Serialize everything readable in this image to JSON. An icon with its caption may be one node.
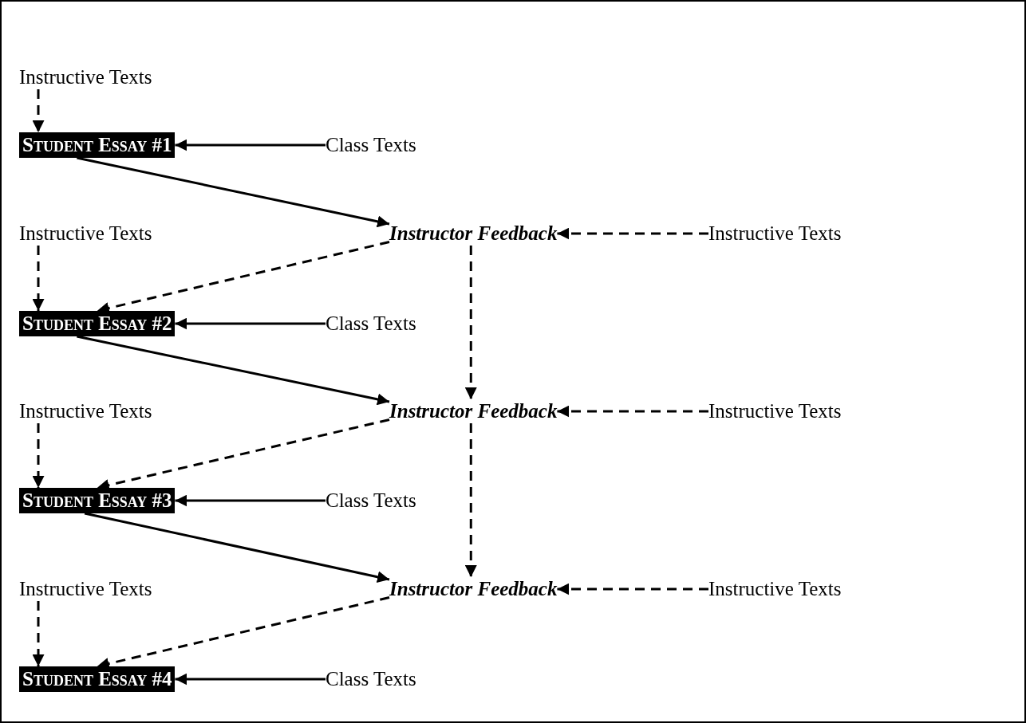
{
  "diagram": {
    "nodes": [
      {
        "text": [
          "Instructive Texts"
        ]
      },
      {
        "text": [
          "Student Essay #1"
        ]
      },
      {
        "text": [
          "Class Texts"
        ]
      },
      {
        "text": [
          "Instructive Texts"
        ]
      },
      {
        "text": [
          "Instructor Feedback"
        ]
      },
      {
        "text": [
          "Instructive Texts"
        ]
      },
      {
        "text": [
          "Student Essay #2"
        ]
      },
      {
        "text": [
          "Class Texts"
        ]
      },
      {
        "text": [
          "Instructive Texts"
        ]
      },
      {
        "text": [
          "Instructor Feedback"
        ]
      },
      {
        "text": [
          "Instructive Texts"
        ]
      },
      {
        "text": [
          "Student Essay #3"
        ]
      },
      {
        "text": [
          "Class Texts"
        ]
      },
      {
        "text": [
          "Instructive Texts"
        ]
      },
      {
        "text": [
          "Instructor Feedback"
        ]
      },
      {
        "text": [
          "Instructive Texts"
        ]
      },
      {
        "text": [
          "Student Essay #4"
        ]
      },
      {
        "text": [
          "Class Texts"
        ]
      }
    ],
    "edges": [
      {
        "from": 0,
        "to": 1,
        "arrow": "to",
        "style": "dashed"
      },
      {
        "from": 2,
        "to": 1,
        "arrow": "to"
      },
      {
        "from": 1,
        "to": 4,
        "arrow": "to"
      },
      {
        "from": 5,
        "to": 4,
        "arrow": "to",
        "style": "dashed"
      },
      {
        "from": 4,
        "to": 6,
        "arrow": "to",
        "style": "dashed"
      },
      {
        "from": 3,
        "to": 6,
        "arrow": "to",
        "style": "dashed"
      },
      {
        "from": 7,
        "to": 6,
        "arrow": "to"
      },
      {
        "from": 4,
        "to": 9,
        "arrow": "to",
        "style": "dashed"
      },
      {
        "from": 6,
        "to": 9,
        "arrow": "to"
      },
      {
        "from": 10,
        "to": 9,
        "arrow": "to",
        "style": "dashed"
      },
      {
        "from": 9,
        "to": 11,
        "arrow": "to",
        "style": "dashed"
      },
      {
        "from": 8,
        "to": 11,
        "arrow": "to",
        "style": "dashed"
      },
      {
        "from": 12,
        "to": 11,
        "arrow": "to"
      },
      {
        "from": 9,
        "to": 14,
        "arrow": "to",
        "style": "dashed"
      },
      {
        "from": 11,
        "to": 14,
        "arrow": "to"
      },
      {
        "from": 15,
        "to": 14,
        "arrow": "to",
        "style": "dashed"
      },
      {
        "from": 14,
        "to": 16,
        "arrow": "to",
        "style": "dashed"
      },
      {
        "from": 13,
        "to": 16,
        "arrow": "to",
        "style": "dashed"
      },
      {
        "from": 17,
        "to": 16,
        "arrow": "to"
      }
    ]
  }
}
